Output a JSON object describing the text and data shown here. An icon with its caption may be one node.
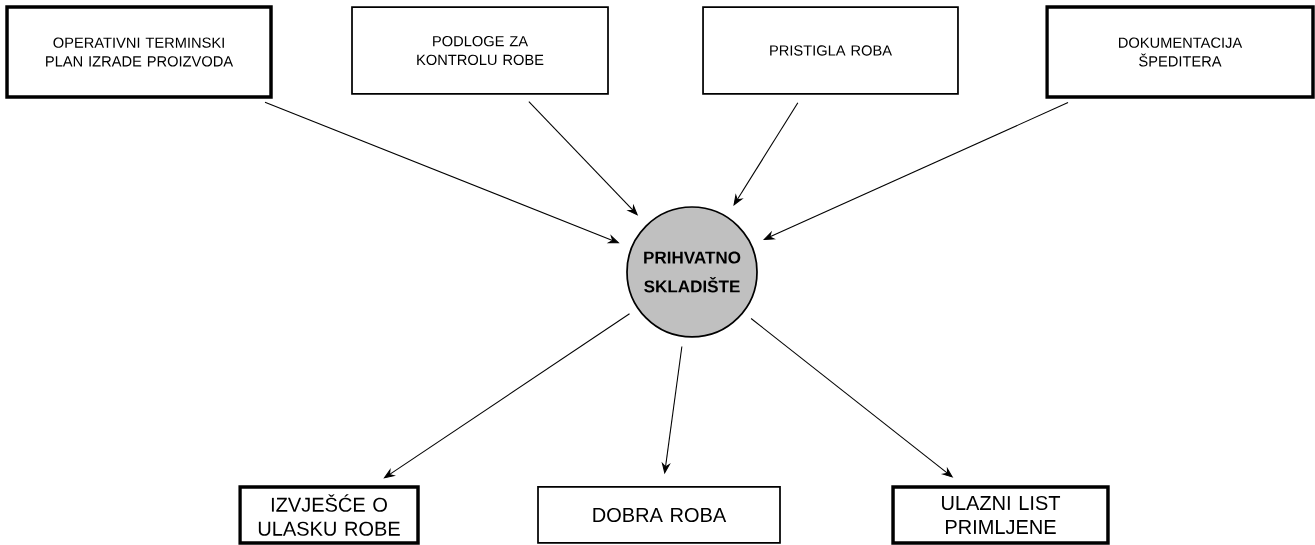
{
  "diagram": {
    "nodes": [
      {
        "text": [
          "OPERATIVNI TERMINSKI PLAN IZRADE PROIZVODA"
        ]
      },
      {
        "text": [
          "PODLOGE ZA KONTROLU ROBE"
        ]
      },
      {
        "text": [
          "PRISTIGLA ROBA"
        ]
      },
      {
        "text": [
          "DOKUMENTACIJA ŠPEDITERA"
        ]
      },
      {
        "text": [
          "PRIHVATNO SKLADIŠTE"
        ]
      },
      {
        "text": [
          "IZVJEŠĆE O ULASKU ROBE"
        ]
      },
      {
        "text": [
          "DOBRA ROBA"
        ]
      },
      {
        "text": [
          "ULAZNI LIST PRIMLJENE"
        ]
      }
    ],
    "edges": [
      {
        "from": 0,
        "to": 4,
        "arrow": "to"
      },
      {
        "from": 1,
        "to": 4,
        "arrow": "to"
      },
      {
        "from": 2,
        "to": 4,
        "arrow": "to"
      },
      {
        "from": 3,
        "to": 4,
        "arrow": "to"
      },
      {
        "from": 4,
        "to": 5,
        "arrow": "to"
      },
      {
        "from": 4,
        "to": 6,
        "arrow": "to"
      },
      {
        "from": 4,
        "to": 7,
        "arrow": "to"
      }
    ]
  }
}
